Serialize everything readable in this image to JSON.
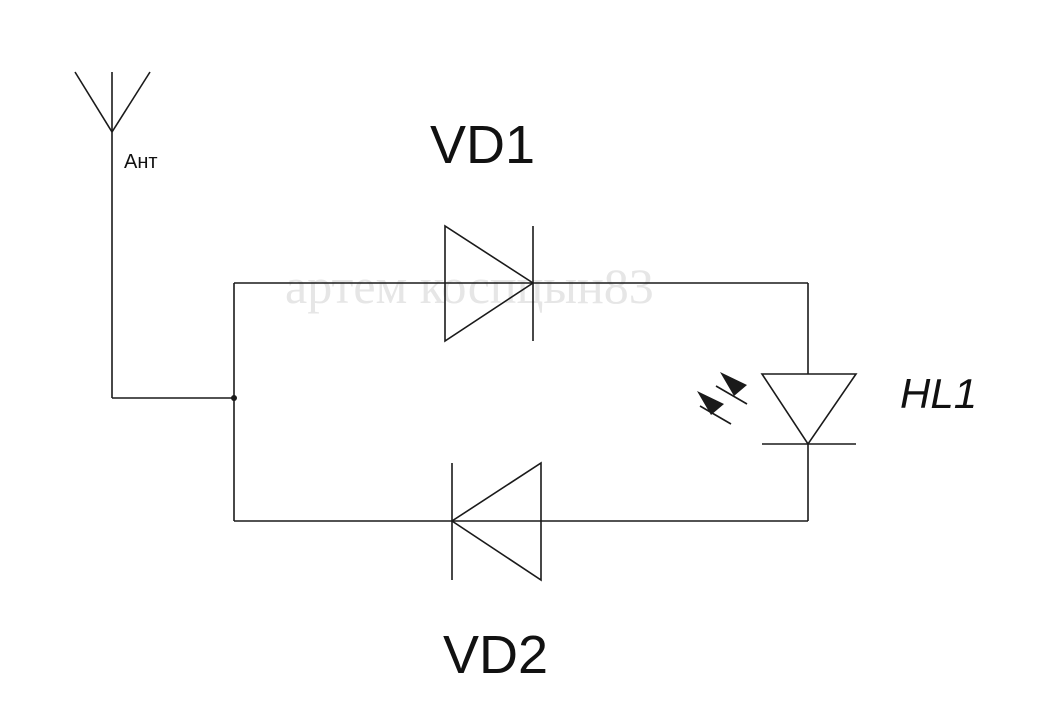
{
  "labels": {
    "antenna": "Ант",
    "vd1": "VD1",
    "vd2": "VD2",
    "hl1": "HL1"
  },
  "watermark": "артем коспцын83",
  "colors": {
    "line": "#1a1a1a",
    "background": "#ffffff",
    "watermark": "#e6e6e6"
  }
}
